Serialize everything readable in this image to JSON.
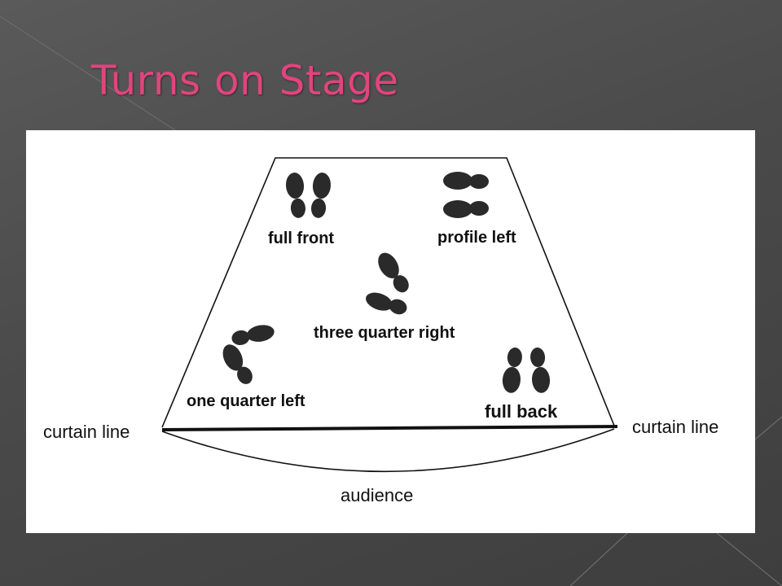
{
  "slide": {
    "title": "Turns on Stage",
    "title_color": "#e0457b",
    "background_color": "#4d4d4d"
  },
  "diagram": {
    "labels": {
      "full_front": "full front",
      "profile_left": "profile left",
      "three_quarter_right": "three quarter right",
      "one_quarter_left": "one quarter left",
      "full_back": "full back",
      "curtain_line_left": "curtain line",
      "curtain_line_right": "curtain line",
      "audience": "audience"
    },
    "icons": {
      "full_front": "footprints-full-front-icon",
      "profile_left": "footprints-profile-left-icon",
      "three_quarter_right": "footprints-three-quarter-right-icon",
      "one_quarter_left": "footprints-one-quarter-left-icon",
      "full_back": "footprints-full-back-icon"
    }
  }
}
